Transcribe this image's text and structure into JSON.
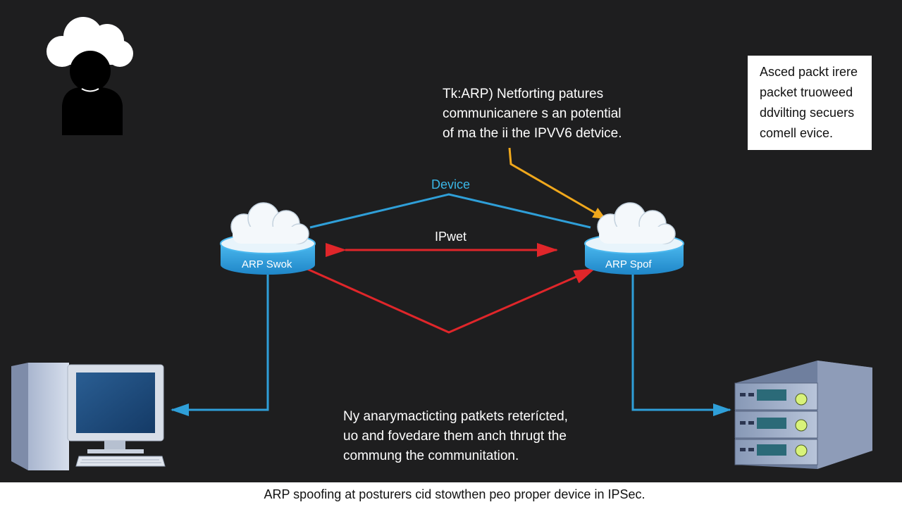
{
  "top_caption": {
    "lines": [
      "Tk:ARP) Netforting patures",
      "communicanere s an potential",
      "of ma the ii the IPVV6 detvice."
    ]
  },
  "note_box": {
    "lines": [
      "Asced packt irere",
      "packet truoweed",
      "ddvilting secuers",
      "comell evice."
    ]
  },
  "labels": {
    "device": "Device",
    "ipwet": "IPwet"
  },
  "nodes": {
    "left": {
      "label": "ARP Swok",
      "icon": "cloud-router-icon"
    },
    "right": {
      "label": "ARP Spof",
      "icon": "cloud-router-icon"
    }
  },
  "bottom_caption": {
    "lines": [
      "Ny anarymacticting patkets reterícted,",
      "uo and fovedare them anch thrugt the",
      "commung the communitation."
    ]
  },
  "footer": {
    "text": "ARP spoofing at posturers cid stowthen peo proper device in IPSec."
  },
  "colors": {
    "background": "#1e1e1f",
    "blue": "#2f9fd8",
    "red": "#e0262a",
    "orange": "#f0a81c",
    "white": "#ffffff"
  },
  "icons": [
    "attacker-person-icon",
    "cloud-router-icon",
    "desktop-computer-icon",
    "server-rack-icon"
  ]
}
